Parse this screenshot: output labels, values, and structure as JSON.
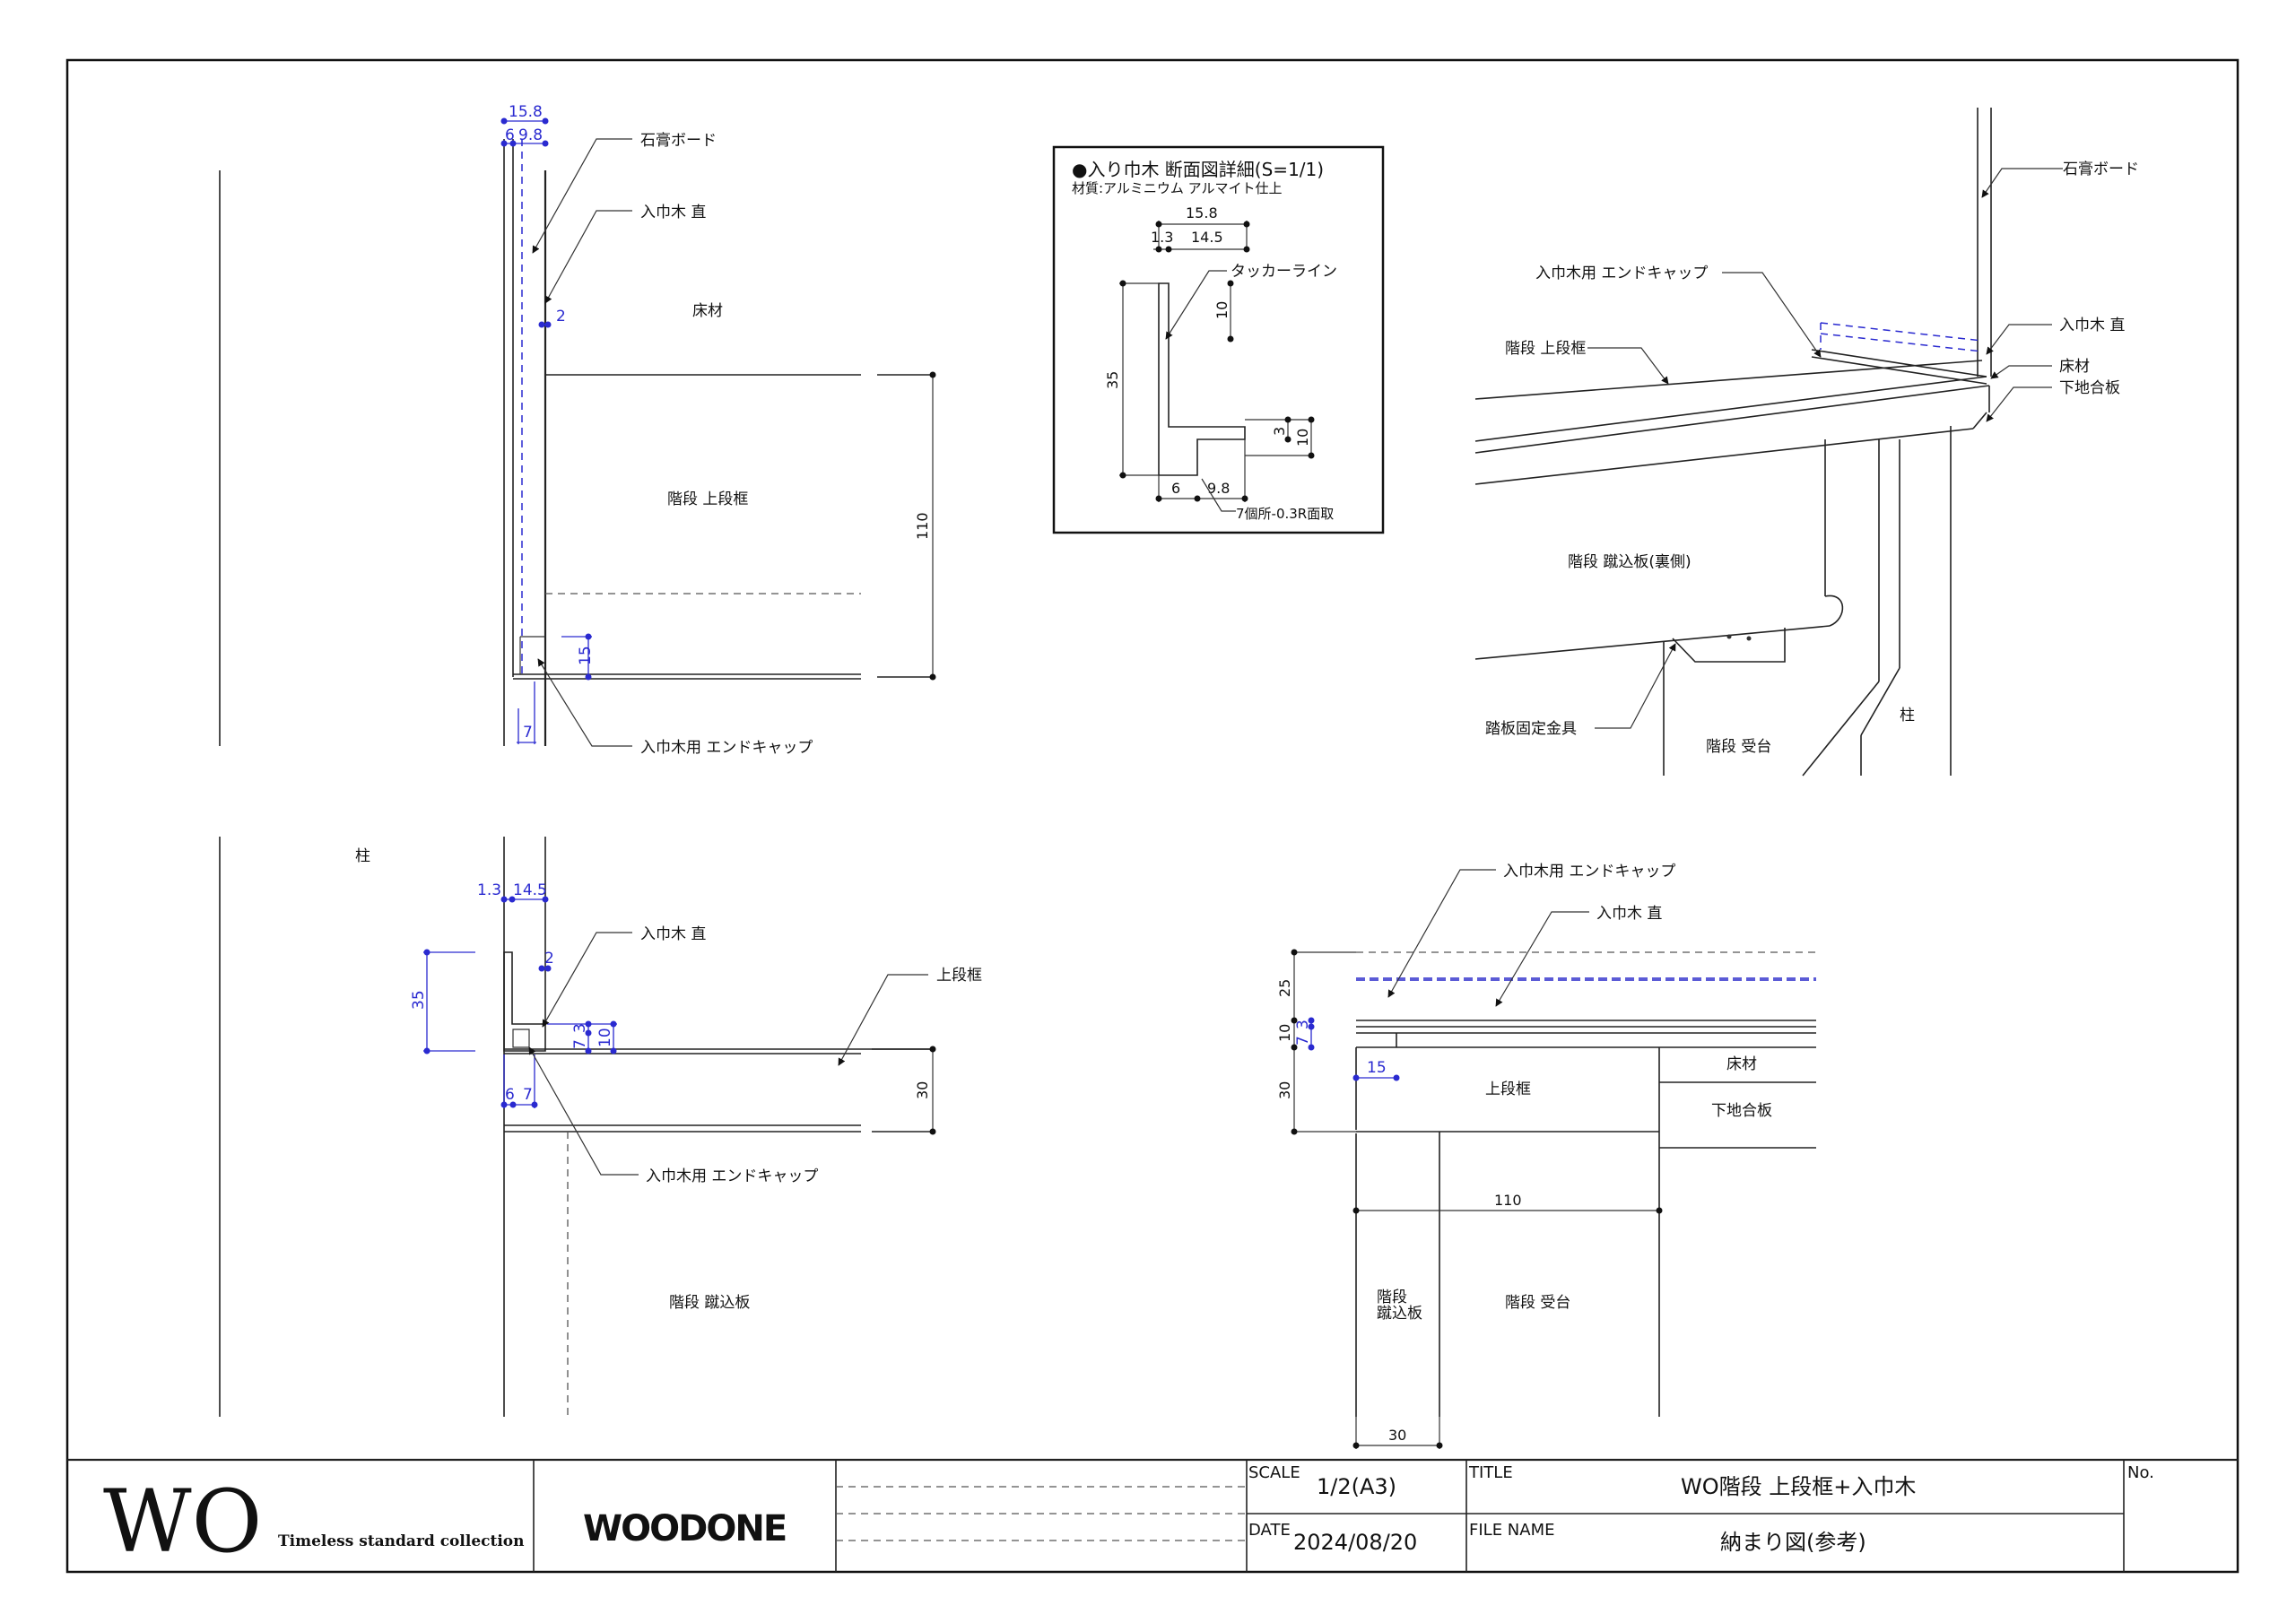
{
  "labels": {
    "gypsum_board": "石膏ボード",
    "baseboard_straight": "入巾木 直",
    "floor": "床材",
    "upper_stile": "階段 上段框",
    "end_cap": "入巾木用 エンドキャップ",
    "pillar": "柱",
    "riser": "階段 蹴込板",
    "riser_back": "階段 蹴込板(裏側)",
    "tread_bracket": "踏板固定金具",
    "stair_support": "階段 受台",
    "upper_frame": "上段框",
    "subfloor": "下地合板",
    "riser_short_1": "階段",
    "riser_short_2": "蹴込板",
    "tucker_line": "タッカーライン",
    "chamfer": "7個所-0.3R面取"
  },
  "detail_box": {
    "title": "●入り巾木 断面図詳細(S=1/1)",
    "material": "材質:アルミニウム アルマイト仕上"
  },
  "dims": {
    "d15_8": "15.8",
    "d6": "6",
    "d9_8": "9.8",
    "d2": "2",
    "d110": "110",
    "d15": "15",
    "d7": "7",
    "d1_3": "1.3",
    "d14_5": "14.5",
    "d35": "35",
    "d3": "3",
    "d10": "10",
    "d30": "30",
    "d25": "25"
  },
  "title_block": {
    "brand": "WO",
    "tagline": "Timeless standard collection",
    "logo": "WOODONE",
    "scale_label": "SCALE",
    "scale_value": "1/2(A3)",
    "date_label": "DATE",
    "date_value": "2024/08/20",
    "title_label": "TITLE",
    "title_value": "WO階段 上段框+入巾木",
    "file_label": "FILE NAME",
    "file_value": "納まり図(参考)",
    "no_label": "No."
  }
}
